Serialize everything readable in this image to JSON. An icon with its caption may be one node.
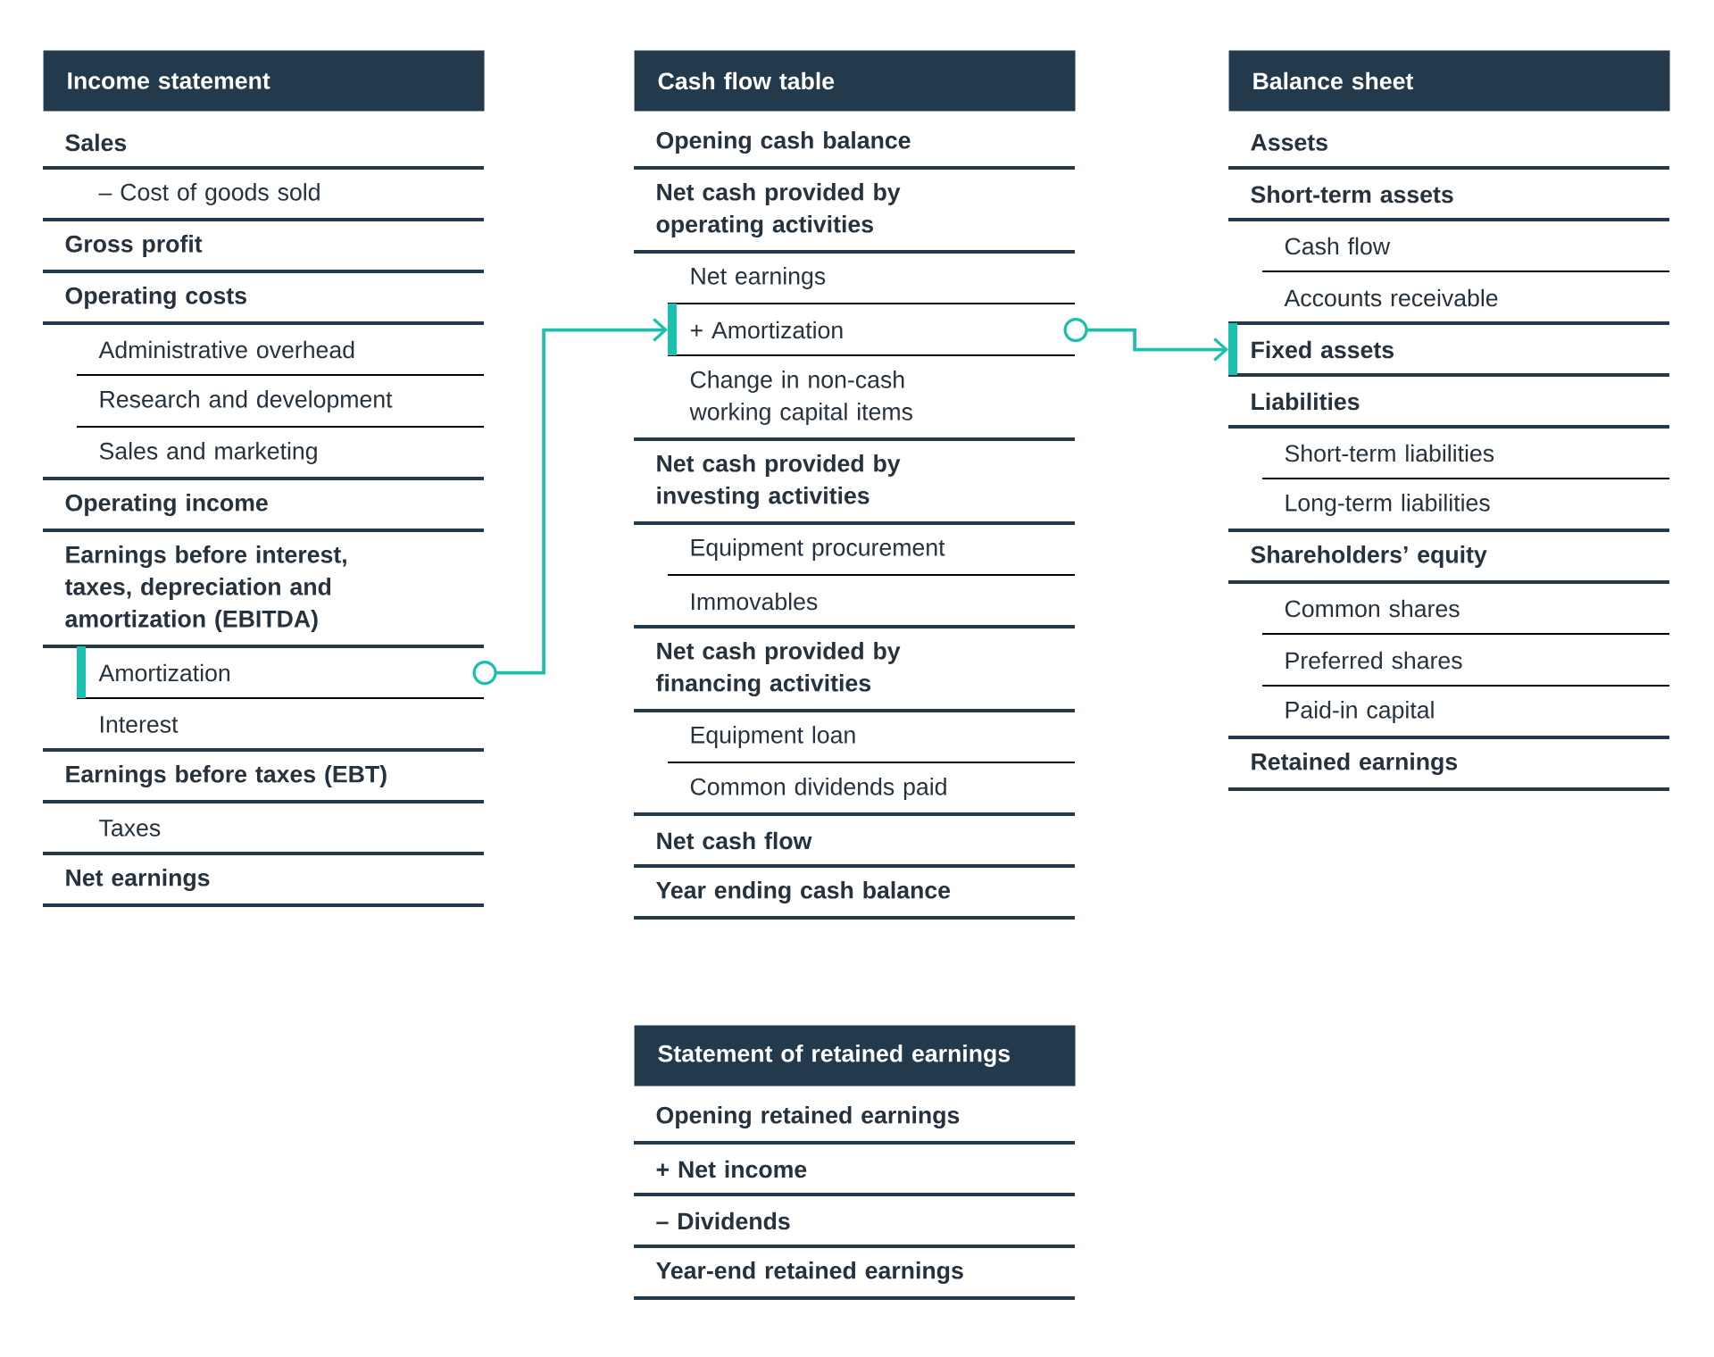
{
  "diagram": {
    "nodes": [
      {
        "text": [
          "Income statement"
        ]
      },
      {
        "text": [
          "Sales"
        ]
      },
      {
        "text": [
          "– Cost of goods sold"
        ]
      },
      {
        "text": [
          "Gross profit"
        ]
      },
      {
        "text": [
          "Operating costs"
        ]
      },
      {
        "text": [
          "Administrative overhead"
        ]
      },
      {
        "text": [
          "Research and development"
        ]
      },
      {
        "text": [
          "Sales and marketing"
        ]
      },
      {
        "text": [
          "Operating income"
        ]
      },
      {
        "text": [
          "Earnings before interest, taxes, depreciation and amortization (EBITDA)"
        ]
      },
      {
        "text": [
          "Amortization"
        ]
      },
      {
        "text": [
          "Interest"
        ]
      },
      {
        "text": [
          "Earnings before taxes (EBT)"
        ]
      },
      {
        "text": [
          "Taxes"
        ]
      },
      {
        "text": [
          "Net earnings"
        ]
      },
      {
        "text": [
          "Cash flow table"
        ]
      },
      {
        "text": [
          "Opening cash balance"
        ]
      },
      {
        "text": [
          "Net cash provided by operating activities"
        ]
      },
      {
        "text": [
          "Net earnings"
        ]
      },
      {
        "text": [
          "+ Amortization"
        ]
      },
      {
        "text": [
          "Change in non-cash working capital items"
        ]
      },
      {
        "text": [
          "Net cash provided by investing activities"
        ]
      },
      {
        "text": [
          "Equipment procurement"
        ]
      },
      {
        "text": [
          "Immovables"
        ]
      },
      {
        "text": [
          "Net cash provided by financing activities"
        ]
      },
      {
        "text": [
          "Equipment loan"
        ]
      },
      {
        "text": [
          "Common dividends paid"
        ]
      },
      {
        "text": [
          "Net cash flow"
        ]
      },
      {
        "text": [
          "Year ending cash balance"
        ]
      },
      {
        "text": [
          "Balance sheet"
        ]
      },
      {
        "text": [
          "Assets"
        ]
      },
      {
        "text": [
          "Short-term assets"
        ]
      },
      {
        "text": [
          "Cash flow"
        ]
      },
      {
        "text": [
          "Accounts receivable"
        ]
      },
      {
        "text": [
          "Fixed assets"
        ]
      },
      {
        "text": [
          "Liabilities"
        ]
      },
      {
        "text": [
          "Short-term liabilities"
        ]
      },
      {
        "text": [
          "Long-term liabilities"
        ]
      },
      {
        "text": [
          "Shareholders’ equity"
        ]
      },
      {
        "text": [
          "Common shares"
        ]
      },
      {
        "text": [
          "Preferred shares"
        ]
      },
      {
        "text": [
          "Paid-in capital"
        ]
      },
      {
        "text": [
          "Retained earnings"
        ]
      },
      {
        "text": [
          "Statement of retained earnings"
        ]
      },
      {
        "text": [
          "Opening retained earnings"
        ]
      },
      {
        "text": [
          "+ Net income"
        ]
      },
      {
        "text": [
          "– Dividends"
        ]
      },
      {
        "text": [
          "Year-end retained earnings"
        ]
      }
    ],
    "edges": [
      {
        "from": 10,
        "to": 19,
        "arrow": "to"
      },
      {
        "from": 19,
        "to": 34,
        "arrow": "to"
      }
    ]
  }
}
